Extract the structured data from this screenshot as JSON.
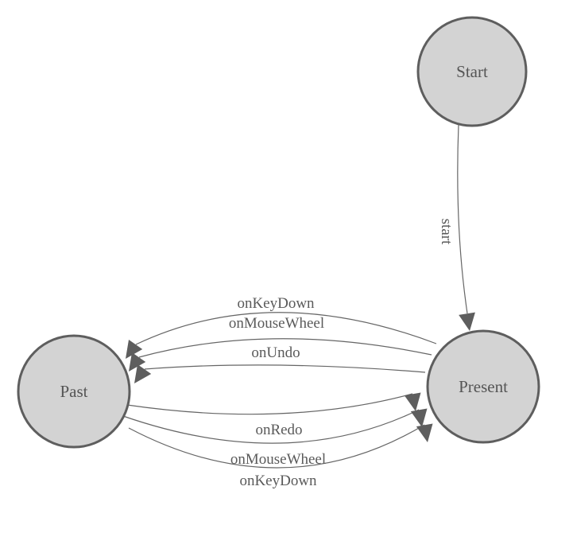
{
  "diagram": {
    "kind": "state-diagram",
    "colors": {
      "background": "#ffffff",
      "node_fill": "#d3d3d3",
      "node_stroke": "#5e5e5e",
      "edge_stroke": "#666666",
      "arrowhead_fill": "#5e5e5e",
      "label_text": "#5a5a5a"
    },
    "nodes": [
      {
        "id": "start",
        "label": "Start"
      },
      {
        "id": "present",
        "label": "Present"
      },
      {
        "id": "past",
        "label": "Past"
      }
    ],
    "edges": [
      {
        "from": "Start",
        "to": "Present",
        "label": "start"
      },
      {
        "from": "Present",
        "to": "Past",
        "label": "onKeyDown"
      },
      {
        "from": "Present",
        "to": "Past",
        "label": "onMouseWheel"
      },
      {
        "from": "Present",
        "to": "Past",
        "label": "onUndo"
      },
      {
        "from": "Past",
        "to": "Present",
        "label": "onRedo"
      },
      {
        "from": "Past",
        "to": "Present",
        "label": "onMouseWheel"
      },
      {
        "from": "Past",
        "to": "Present",
        "label": "onKeyDown"
      }
    ]
  }
}
